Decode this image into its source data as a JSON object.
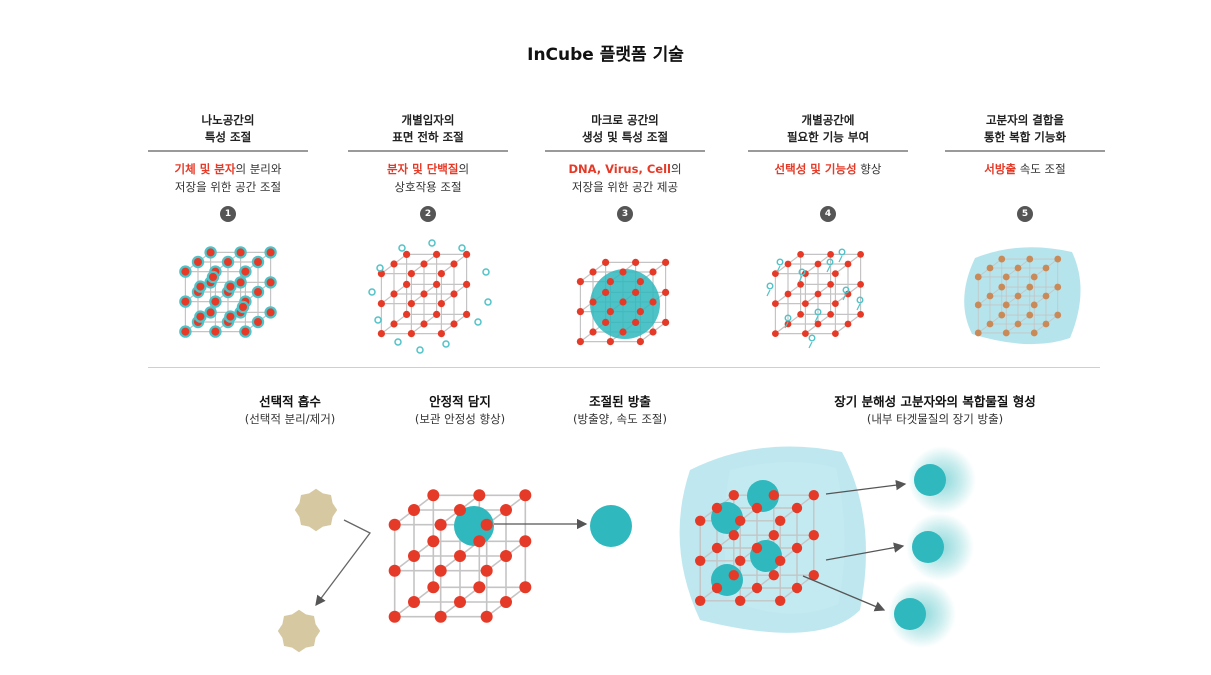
{
  "title": "InCube 플랫폼 기술",
  "columns": [
    {
      "head1": "나노공간의",
      "head2": "특성 조절",
      "hl1": "기체 및 분자",
      "rest1": "의 분리와",
      "line2": "저장을 위한 공간 조절",
      "num": "1"
    },
    {
      "head1": "개별입자의",
      "head2": "표면 전하 조절",
      "hl1": "분자 및 단백질",
      "rest1": "의",
      "line2": "상호작용 조절",
      "num": "2"
    },
    {
      "head1": "마크로 공간의",
      "head2": "생성 및 특성 조절",
      "hl1": "DNA, Virus, Cell",
      "rest1": "의",
      "line2": "저장을 위한 공간 제공",
      "num": "3"
    },
    {
      "head1": "개별공간에",
      "head2": "필요한 기능 부여",
      "hl1": "선택성 및 기능성",
      "rest1": " 향상",
      "line2": "",
      "num": "4"
    },
    {
      "head1": "고분자의 결합을",
      "head2": "통한 복합 기능화",
      "hl1": "서방출",
      "rest1": " 속도 조절",
      "line2": "",
      "num": "5"
    }
  ],
  "bottom": [
    {
      "title": "선택적 흡수",
      "sub": "(선택적 분리/제거)"
    },
    {
      "title": "안정적 담지",
      "sub": "(보관 안정성 향상)"
    },
    {
      "title": "조절된 방출",
      "sub": "(방출양, 속도 조절)"
    },
    {
      "title": "장기 분해성 고분자와의 복합물질 형성",
      "sub": "(내부 타겟물질의 장기 방출)"
    }
  ],
  "colors": {
    "node": "#e53a27",
    "teal": "#2fb8bd",
    "ring": "#4fc3c8",
    "beige": "#d6c9a2",
    "edge": "#c4c4c4",
    "polymer": "#a9dfe9"
  }
}
